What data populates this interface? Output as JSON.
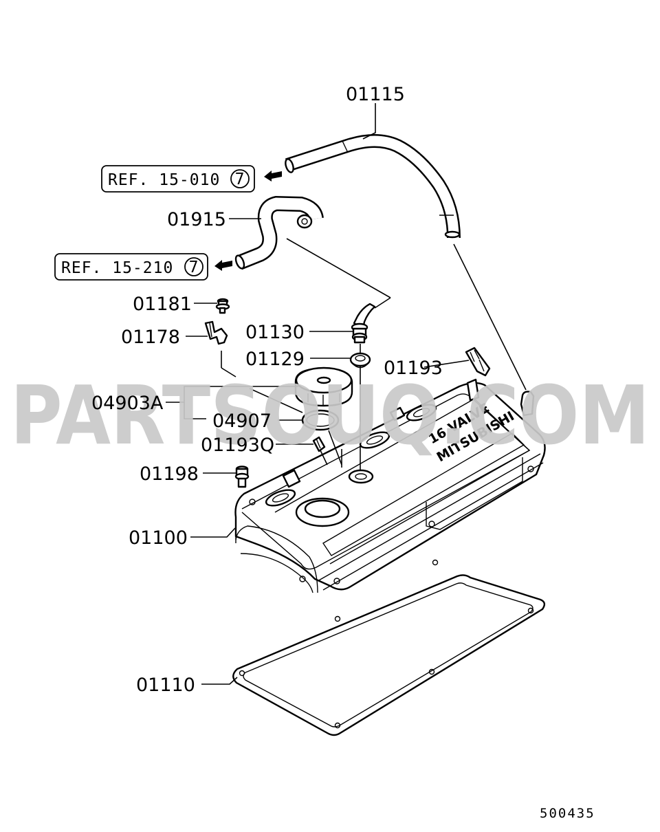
{
  "watermark": "PARTSOUQ.COM",
  "diagram_code": "500435",
  "refs": [
    {
      "text": "REF. 15-010",
      "circle": "7"
    },
    {
      "text": "REF. 15-210",
      "circle": "7"
    }
  ],
  "parts": {
    "p01115": "01115",
    "p01915": "01915",
    "p01181": "01181",
    "p01178": "01178",
    "p01130": "01130",
    "p01129": "01129",
    "p01193": "01193",
    "p04903A": "04903A",
    "p04907": "04907",
    "p01193Q": "01193Q",
    "p01198": "01198",
    "p01100": "01100",
    "p01110": "01110"
  },
  "cover_text": {
    "line1": "16 VALVE",
    "line2": "MITSUBISHI"
  }
}
